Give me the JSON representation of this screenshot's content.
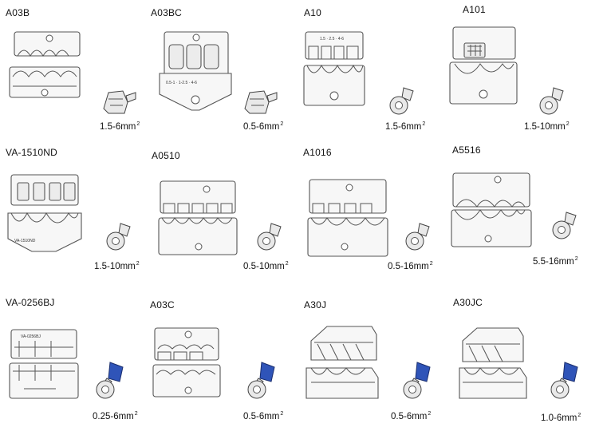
{
  "items": [
    {
      "model": "A03B",
      "range": "1.5-6mm",
      "sup": "2",
      "terminal": "non-insulated-open-barrel"
    },
    {
      "model": "A03BC",
      "range": "0.5-6mm",
      "sup": "2",
      "terminal": "non-insulated-open-barrel",
      "die_marks": "0.5-1 · 1-2.5 · 4-6"
    },
    {
      "model": "A10",
      "range": "1.5-6mm",
      "sup": "2",
      "terminal": "non-insulated-ring",
      "die_marks": "1.5 · 2.5 · 4-6"
    },
    {
      "model": "A101",
      "range": "1.5-10mm",
      "sup": "2",
      "terminal": "non-insulated-ring"
    },
    {
      "model": "VA-1510ND",
      "range": "1.5-10mm",
      "sup": "2",
      "terminal": "non-insulated-ring",
      "die_marks": "VA-1510ND"
    },
    {
      "model": "A0510",
      "range": "0.5-10mm",
      "sup": "2",
      "terminal": "non-insulated-ring"
    },
    {
      "model": "A1016",
      "range": "0.5-16mm",
      "sup": "2",
      "terminal": "non-insulated-ring"
    },
    {
      "model": "A5516",
      "range": "5.5-16mm",
      "sup": "2",
      "terminal": "non-insulated-ring"
    },
    {
      "model": "VA-0256BJ",
      "range": "0.25-6mm",
      "sup": "2",
      "terminal": "insulated-ring-blue",
      "die_marks": "VA-0256BJ"
    },
    {
      "model": "A03C",
      "range": "0.5-6mm",
      "sup": "2",
      "terminal": "insulated-ring-blue"
    },
    {
      "model": "A30J",
      "range": "0.5-6mm",
      "sup": "2",
      "terminal": "insulated-ring-blue"
    },
    {
      "model": "A30JC",
      "range": "1.0-6mm",
      "sup": "2",
      "terminal": "insulated-ring-blue"
    }
  ],
  "colors": {
    "insulation_blue": "#2f54b8",
    "die_outline": "#555555"
  }
}
